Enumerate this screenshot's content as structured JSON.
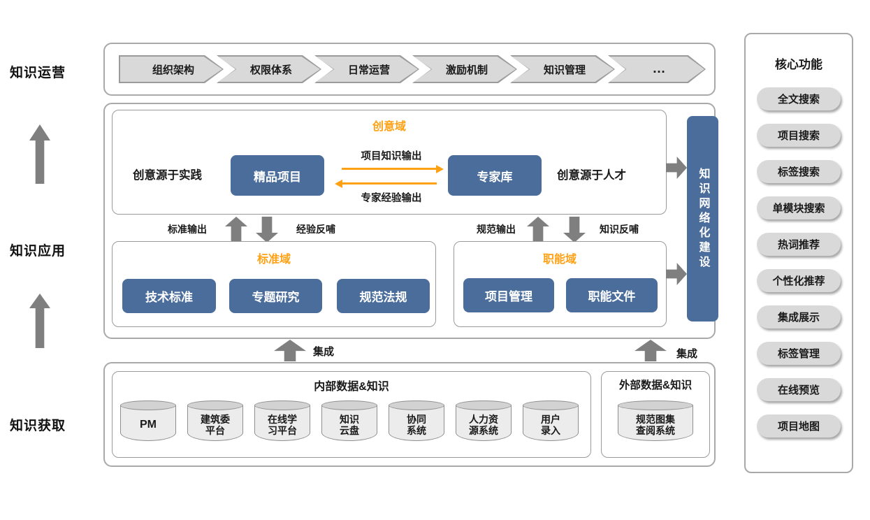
{
  "left_rail": {
    "labels": [
      "知识运营",
      "知识应用",
      "知识获取"
    ]
  },
  "operations_band": {
    "chevrons": [
      "组织架构",
      "权限体系",
      "日常运营",
      "激励机制",
      "知识管理",
      "…"
    ]
  },
  "application_band": {
    "creative_domain": {
      "title": "创意域",
      "left_caption": "创意源于实践",
      "left_box": "精品项目",
      "right_box": "专家库",
      "right_caption": "创意源于人才",
      "top_arrow_label": "项目知识输出",
      "bottom_arrow_label": "专家经验输出"
    },
    "flow_labels": [
      "标准输出",
      "经验反哺",
      "规范输出",
      "知识反哺"
    ],
    "standard_domain": {
      "title": "标准域",
      "boxes": [
        "技术标准",
        "专题研究",
        "规范法规"
      ]
    },
    "functional_domain": {
      "title": "职能域",
      "boxes": [
        "项目管理",
        "职能文件"
      ]
    },
    "network_box_label": "知识网络化建设"
  },
  "acquisition_band": {
    "internal": {
      "title": "内部数据&知识",
      "sources": [
        "PM",
        "建筑委\n平台",
        "在线学\n习平台",
        "知识\n云盘",
        "协同\n系统",
        "人力资\n源系统",
        "用户\n录入"
      ]
    },
    "external": {
      "title": "外部数据&知识",
      "sources": [
        "规范图集\n查阅系统"
      ]
    },
    "integration_labels": [
      "集成",
      "集成"
    ]
  },
  "core_functions": {
    "title": "核心功能",
    "buttons": [
      "全文搜索",
      "项目搜索",
      "标签搜索",
      "单模块搜索",
      "热词推荐",
      "个性化推荐",
      "集成展示",
      "标签管理",
      "在线预览",
      "项目地图"
    ]
  },
  "colors": {
    "box_blue": "#4A6D9C",
    "accent_orange": "#FFA115",
    "arrow_gray": "#7F7F7F"
  }
}
